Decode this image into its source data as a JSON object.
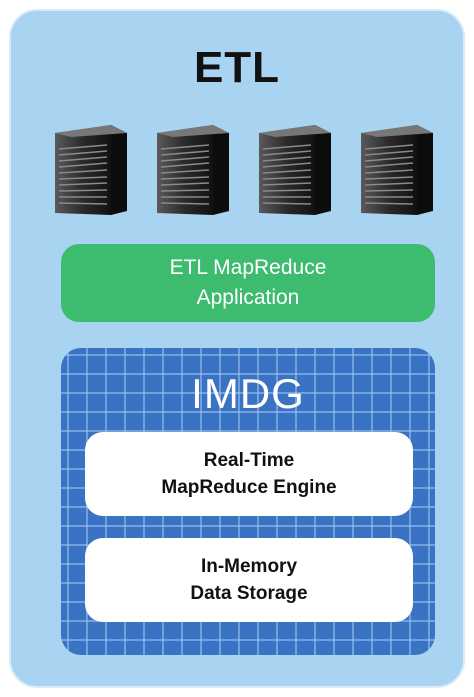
{
  "diagram": {
    "title": "ETL",
    "servers": [
      {
        "icon": "server-icon"
      },
      {
        "icon": "server-icon"
      },
      {
        "icon": "server-icon"
      },
      {
        "icon": "server-icon"
      }
    ],
    "application": {
      "label": "ETL MapReduce\nApplication"
    },
    "imdg": {
      "title": "IMDG",
      "engine_label": "Real-Time\nMapReduce Engine",
      "storage_label": "In-Memory\nData Storage"
    },
    "colors": {
      "panel_background": "#a9d4f1",
      "application_green": "#3dbb6e",
      "imdg_blue": "#3a72c4",
      "box_white": "#ffffff"
    }
  }
}
